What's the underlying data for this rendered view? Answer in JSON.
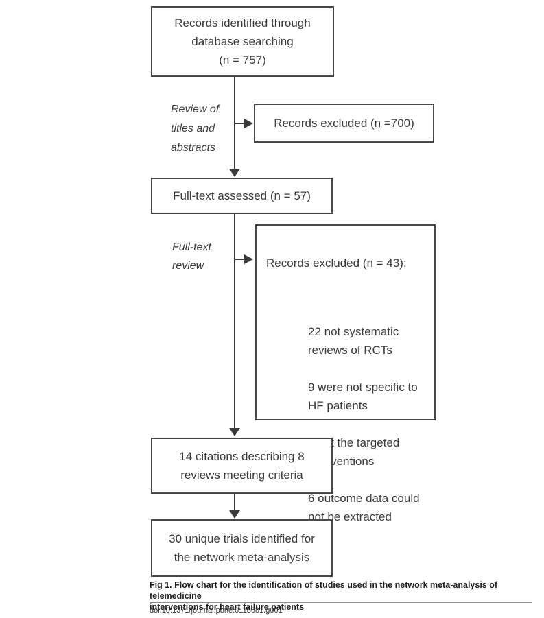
{
  "figure": {
    "type": "flowchart",
    "colors": {
      "border": "#484848",
      "line": "#3a3a3a",
      "text": "#3a3a3a",
      "rule": "#8e8e8e"
    },
    "nodes": {
      "records_identified": "Records identified through\ndatabase searching\n(n = 757)",
      "records_excluded_titles": "Records excluded (n =700)",
      "fulltext_assessed": "Full-text assessed (n = 57)",
      "records_excluded_fulltext_heading": "Records excluded (n = 43):",
      "exclusion_reasons": [
        "22 not systematic\nreviews of RCTs",
        "9 were not specific to\nHF patients",
        "6 not the targeted\ninterventions",
        "6 outcome data could\nnot be extracted"
      ],
      "citations_meeting_criteria": "14 citations describing 8\nreviews meeting criteria",
      "unique_trials": "30 unique trials identified for\nthe network meta-analysis"
    },
    "edge_labels": {
      "review_titles_abstracts": "Review of\ntitles and\nabstracts",
      "fulltext_review": "Full-text\nreview"
    }
  },
  "caption": {
    "text": "Fig 1. Flow chart for the identification of studies used in the network meta-analysis of telemedicine\ninterventions for heart failure patients",
    "doi": "doi:10.1371/journal.pone.0118681.g001"
  }
}
